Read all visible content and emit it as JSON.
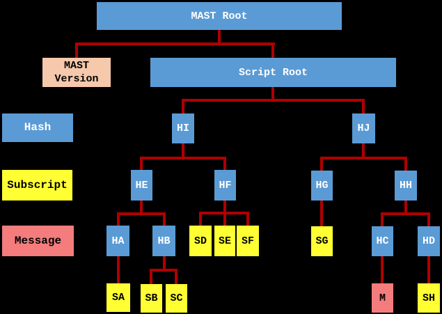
{
  "colors": {
    "background": "#000000",
    "hash-fill": "#5B9BD5",
    "subscript-fill": "#FFFF33",
    "message-fill": "#F47C7C",
    "version-fill": "#F6C9AC",
    "connector": "#B00000",
    "text-on-hash": "#FFFFFF",
    "text-on-light": "#000000"
  },
  "legend": {
    "hash": "Hash",
    "subscript": "Subscript",
    "message": "Message"
  },
  "nodes": {
    "mast_root": "MAST Root",
    "mast_version": "MAST\nVersion",
    "script_root": "Script Root",
    "hi": "HI",
    "hj": "HJ",
    "he": "HE",
    "hf": "HF",
    "hg": "HG",
    "hh": "HH",
    "ha": "HA",
    "hb": "HB",
    "sd": "SD",
    "se": "SE",
    "sf": "SF",
    "sg": "SG",
    "hc": "HC",
    "hd": "HD",
    "sa": "SA",
    "sb": "SB",
    "sc": "SC",
    "m": "M",
    "sh": "SH"
  },
  "edges": [
    [
      "MAST Root",
      "MAST Version"
    ],
    [
      "MAST Root",
      "Script Root"
    ],
    [
      "Script Root",
      "HI"
    ],
    [
      "Script Root",
      "HJ"
    ],
    [
      "HI",
      "HE"
    ],
    [
      "HI",
      "HF"
    ],
    [
      "HJ",
      "HG"
    ],
    [
      "HJ",
      "HH"
    ],
    [
      "HE",
      "HA"
    ],
    [
      "HE",
      "HB"
    ],
    [
      "HF",
      "SD"
    ],
    [
      "HF",
      "SE"
    ],
    [
      "HF",
      "SF"
    ],
    [
      "HG",
      "SG"
    ],
    [
      "HH",
      "HC"
    ],
    [
      "HH",
      "HD"
    ],
    [
      "HA",
      "SA"
    ],
    [
      "HB",
      "SB"
    ],
    [
      "HB",
      "SC"
    ],
    [
      "HC",
      "M"
    ],
    [
      "HD",
      "SH"
    ]
  ]
}
